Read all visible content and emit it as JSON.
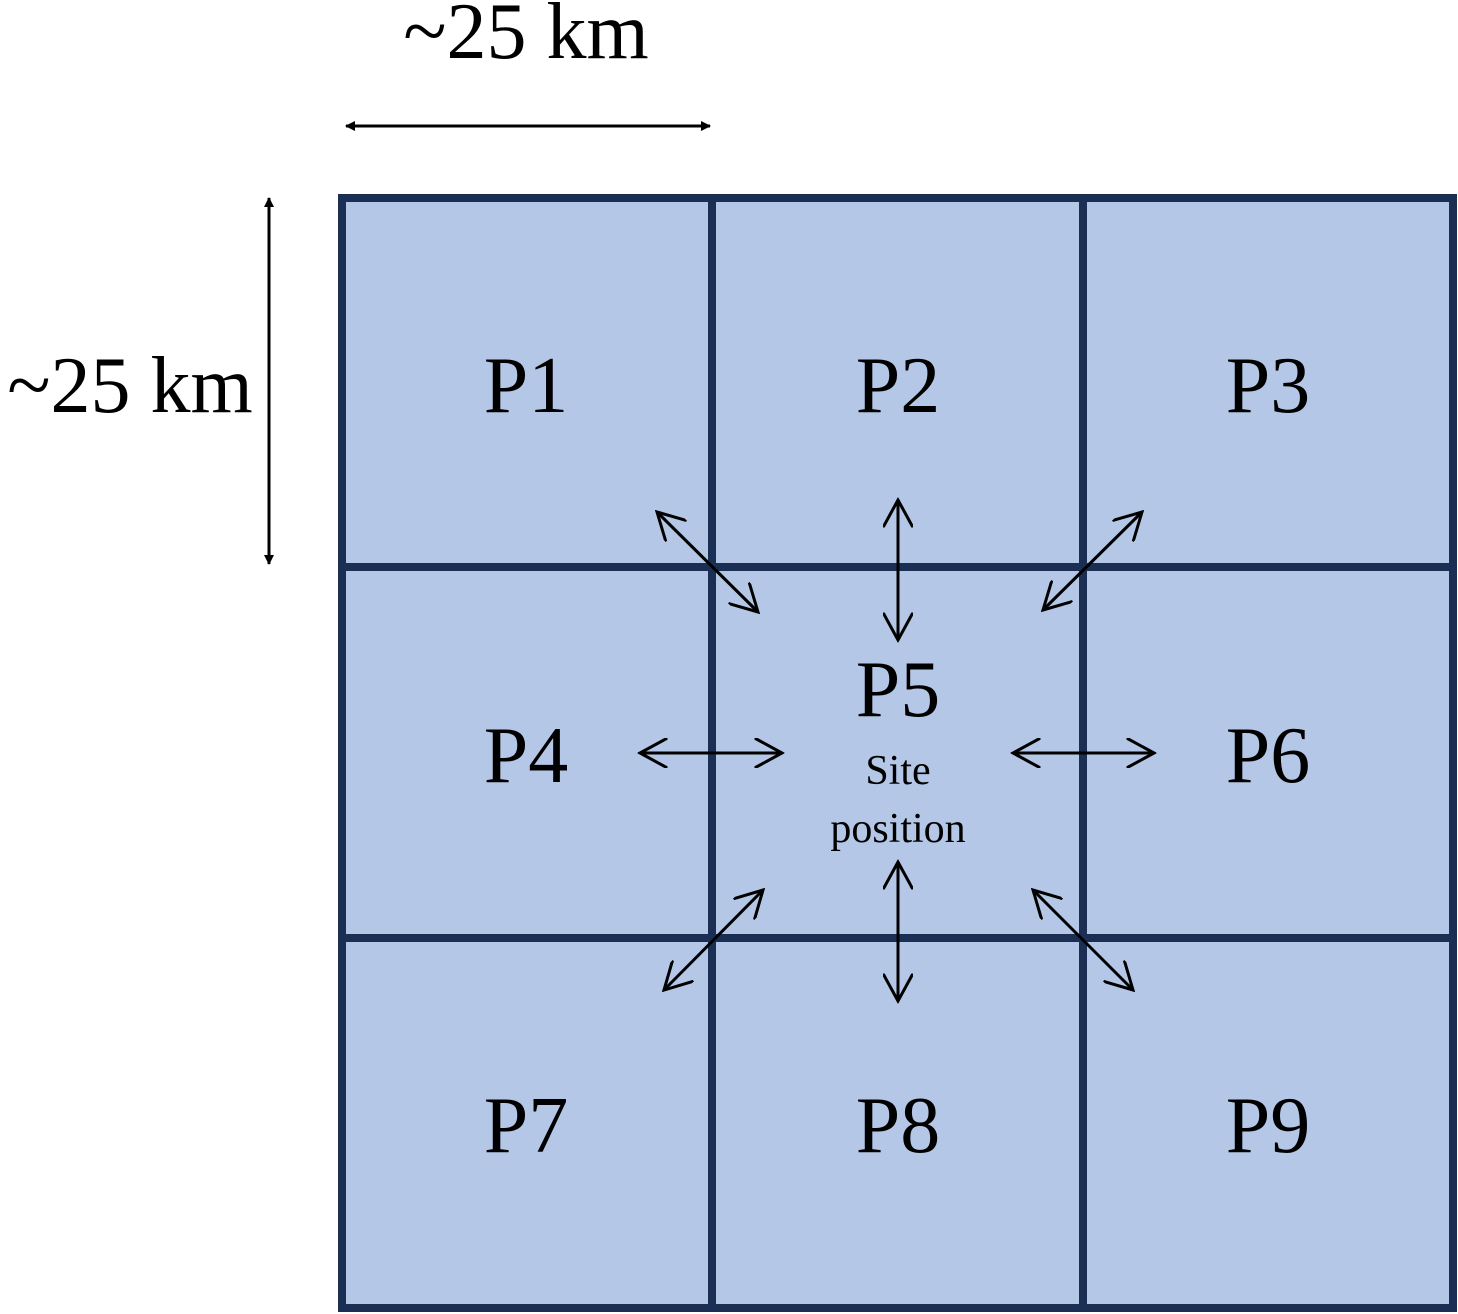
{
  "dimensions": {
    "width_label": "~25 km",
    "height_label": "~25 km"
  },
  "grid": {
    "cells": [
      {
        "label": "P1"
      },
      {
        "label": "P2"
      },
      {
        "label": "P3"
      },
      {
        "label": "P4"
      },
      {
        "label": "P5",
        "sublabel_line1": "Site",
        "sublabel_line2": "position"
      },
      {
        "label": "P6"
      },
      {
        "label": "P7"
      },
      {
        "label": "P8"
      },
      {
        "label": "P9"
      }
    ]
  },
  "colors": {
    "cell_fill": "#b4c7e7",
    "cell_border": "#1b2f55"
  }
}
